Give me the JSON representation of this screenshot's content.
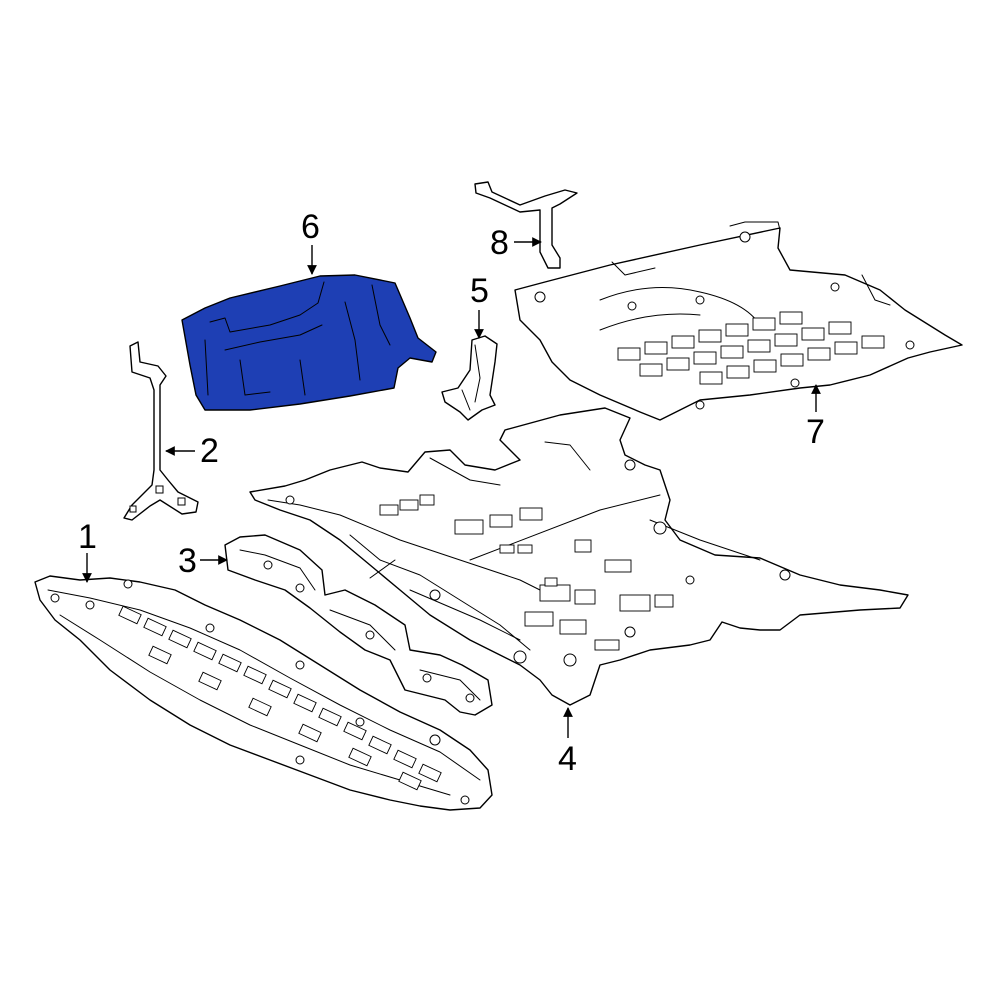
{
  "diagram": {
    "highlight_color": "#1e3fb4",
    "line_color": "#000000",
    "background_color": "#ffffff",
    "callouts": [
      {
        "label": "1",
        "part": "front-splash-shield"
      },
      {
        "label": "2",
        "part": "shield-bracket"
      },
      {
        "label": "3",
        "part": "side-deflector"
      },
      {
        "label": "4",
        "part": "center-underbody-shield"
      },
      {
        "label": "5",
        "part": "heat-shield"
      },
      {
        "label": "6",
        "part": "engine-cover-highlighted"
      },
      {
        "label": "7",
        "part": "rear-underbody-shield"
      },
      {
        "label": "8",
        "part": "support-bracket"
      }
    ]
  }
}
